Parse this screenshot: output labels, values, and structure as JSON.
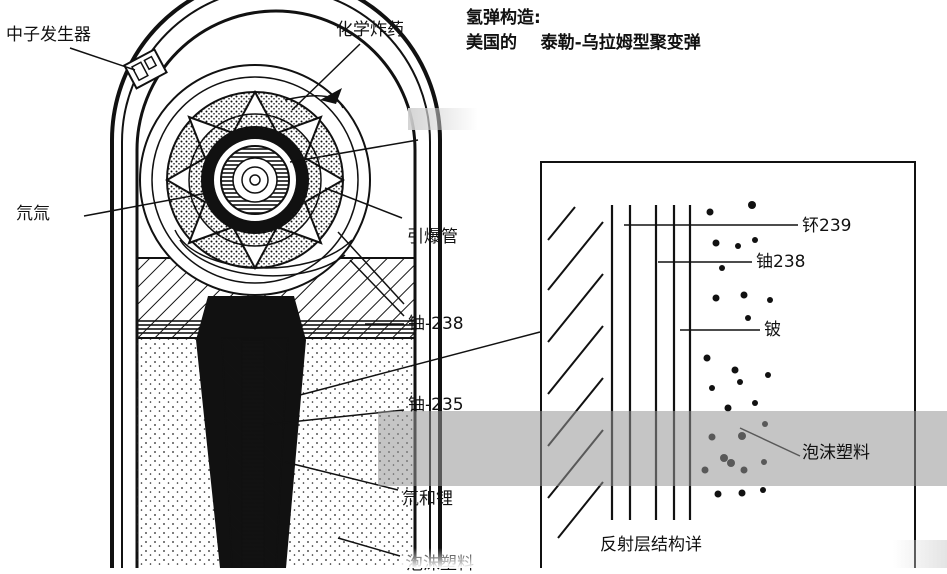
{
  "title": {
    "line1": "氢弹构造:",
    "line2": "美国的    泰勒-乌拉姆型聚变弹"
  },
  "labels": {
    "neutron_generator": "中子发生器",
    "chemical_explosive": "化学炸药",
    "deuterium_tritium": "氘氚",
    "detonator_tube": "引爆管",
    "uranium238_outer": "铀-238",
    "uranium235": "铀-235",
    "deuterium_lithium": "氘和锂",
    "foam_plastic_bottom": "泡沫塑料"
  },
  "detail": {
    "plutonium239": "钚239",
    "uranium238": "铀238",
    "beryllium": "铍",
    "foam_plastic": "泡沫塑料",
    "caption": "反射层结构详"
  },
  "colors": {
    "ink": "#111111",
    "band": "#969696",
    "paper": "#ffffff"
  }
}
